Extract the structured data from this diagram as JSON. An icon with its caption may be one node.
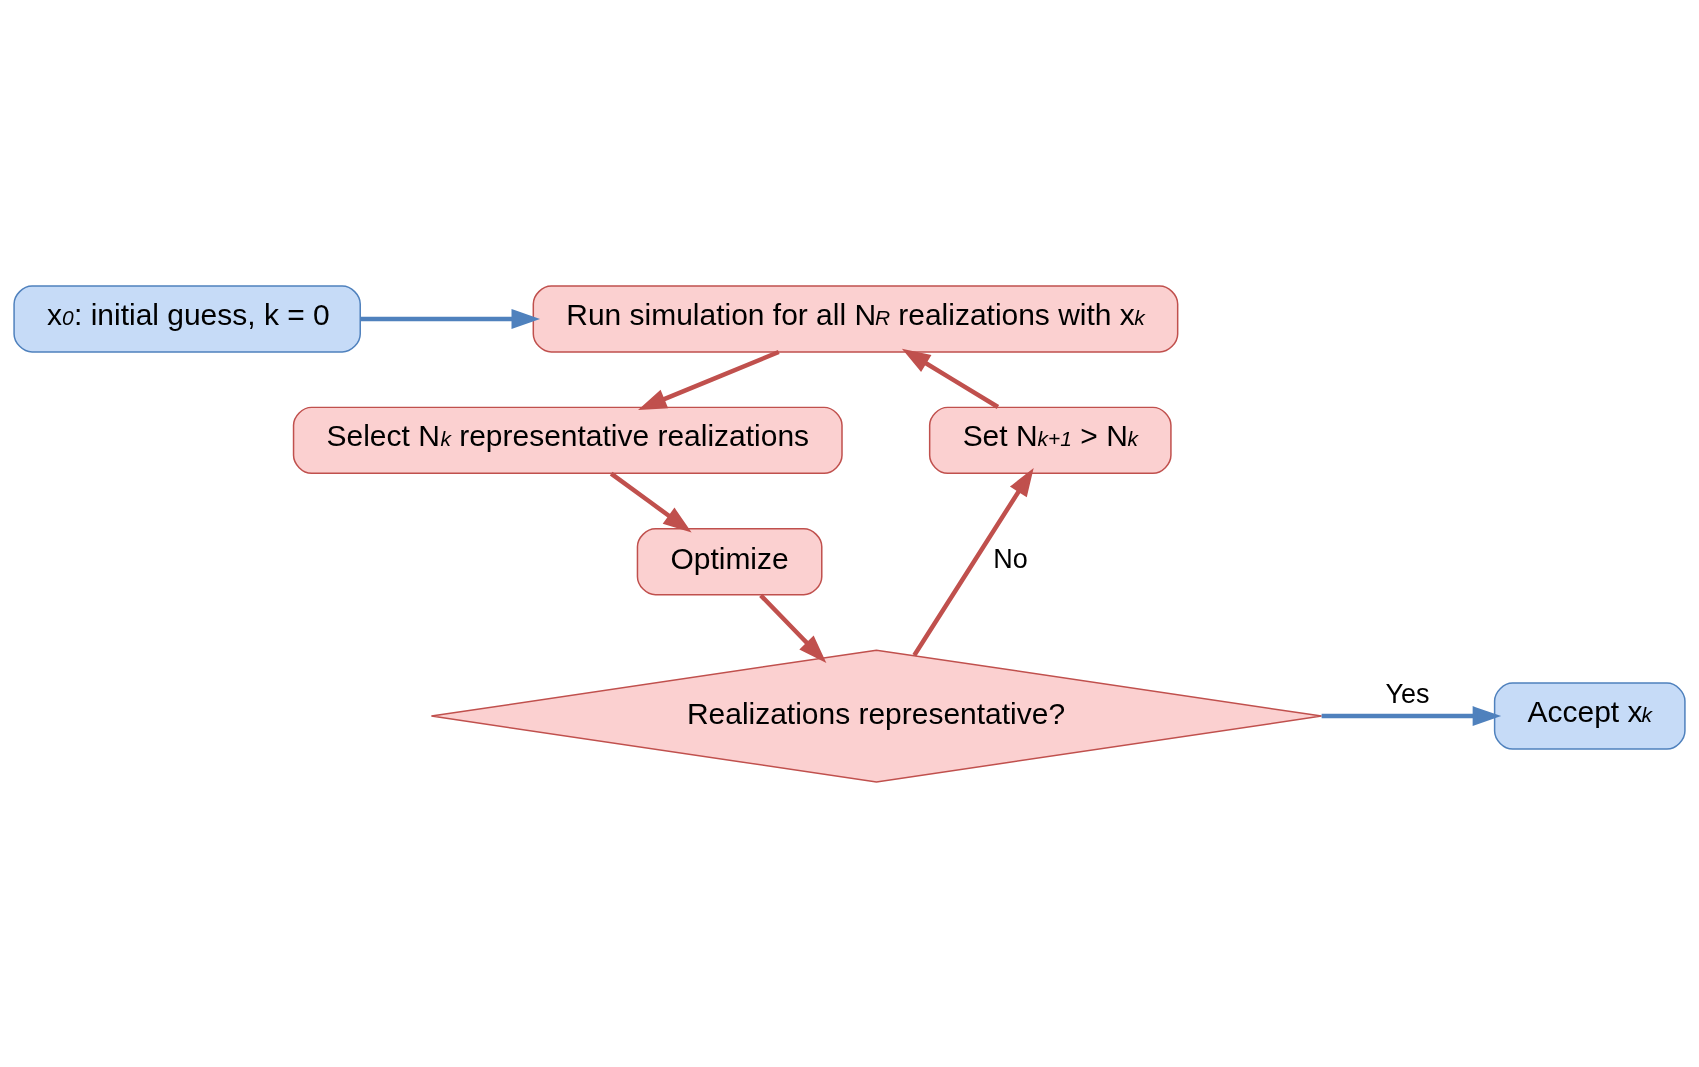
{
  "diagram": {
    "nodes": [
      {
        "text": [
          "x$_{0}$: initial guess, k = 0"
        ]
      },
      {
        "text": [
          "Run simulation for all N$_{R}$ realizations with x$_{k}$"
        ]
      },
      {
        "text": [
          "Select N$_{k}$ representative realizations"
        ]
      },
      {
        "text": [
          "Optimize"
        ]
      },
      {
        "text": [
          "Realizations representative?"
        ]
      },
      {
        "text": [
          "Accept x$_{k}$"
        ]
      },
      {
        "text": [
          "Set N$_{k+1}$ > N$_{k}$"
        ]
      }
    ],
    "edges": [
      {
        "from": 0,
        "to": 1,
        "arrow": "to",
        "color": "#4f81bd"
      },
      {
        "from": 1,
        "to": 2,
        "arrow": "to"
      },
      {
        "from": 2,
        "to": 3,
        "arrow": "to"
      },
      {
        "from": 3,
        "to": 4,
        "arrow": "to"
      },
      {
        "from": 4,
        "to": 5,
        "arrow": "to",
        "label": "Yes",
        "color": "#4f81bd"
      },
      {
        "from": 4,
        "to": 6,
        "arrow": "to",
        "label": "No"
      },
      {
        "from": 6,
        "to": 1,
        "arrow": "to"
      }
    ]
  }
}
